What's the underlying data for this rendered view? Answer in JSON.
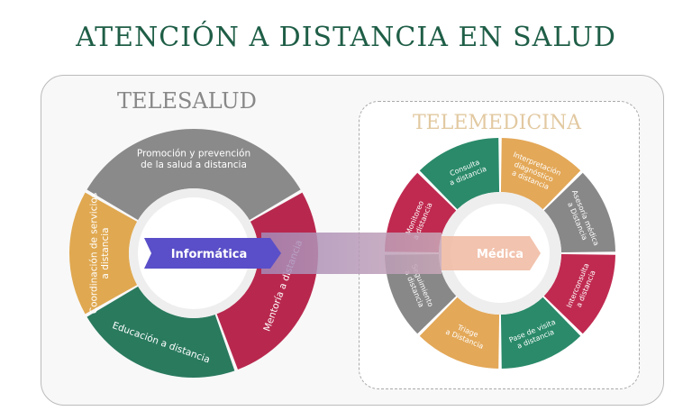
{
  "title": "ATENCIÓN A DISTANCIA EN SALUD",
  "telesalud": {
    "title": "TELESALUD",
    "center": "Informática",
    "segments": [
      {
        "lines": [
          "Promoción y prevención",
          "de la salud a distancia"
        ],
        "color": "#8a8a8a"
      },
      {
        "lines": [
          "Mentoría a distancia"
        ],
        "color": "#b8284e"
      },
      {
        "lines": [
          "Educación a distancia"
        ],
        "color": "#2a7a5e"
      },
      {
        "lines": [
          "Coordinación de servicios",
          "a distancia"
        ],
        "color": "#e0a850"
      }
    ]
  },
  "telemedicina": {
    "title": "TELEMEDICINA",
    "center": "Médica",
    "segments": [
      {
        "lines": [
          "Interpretación",
          "diagnóstico",
          "a distancia"
        ],
        "color": "#e3a858"
      },
      {
        "lines": [
          "Asesoría médica",
          "a Distancia"
        ],
        "color": "#888888"
      },
      {
        "lines": [
          "Interconsulta",
          "a distancia"
        ],
        "color": "#c02a50"
      },
      {
        "lines": [
          "Pase de visita",
          "a distancia"
        ],
        "color": "#2a8a6a"
      },
      {
        "lines": [
          "Triage",
          "a Distancia"
        ],
        "color": "#e3a858"
      },
      {
        "lines": [
          "Seguimiento",
          "a distancia"
        ],
        "color": "#888888"
      },
      {
        "lines": [
          "Monitoreo",
          "a distancia"
        ],
        "color": "#c02a50"
      },
      {
        "lines": [
          "Consulta",
          "a distancia"
        ],
        "color": "#2a8a6a"
      }
    ]
  },
  "colors": {
    "title": "#1f5e47",
    "arrow_left": "#5a4fc8",
    "arrow_right": "#f0b8a0"
  }
}
